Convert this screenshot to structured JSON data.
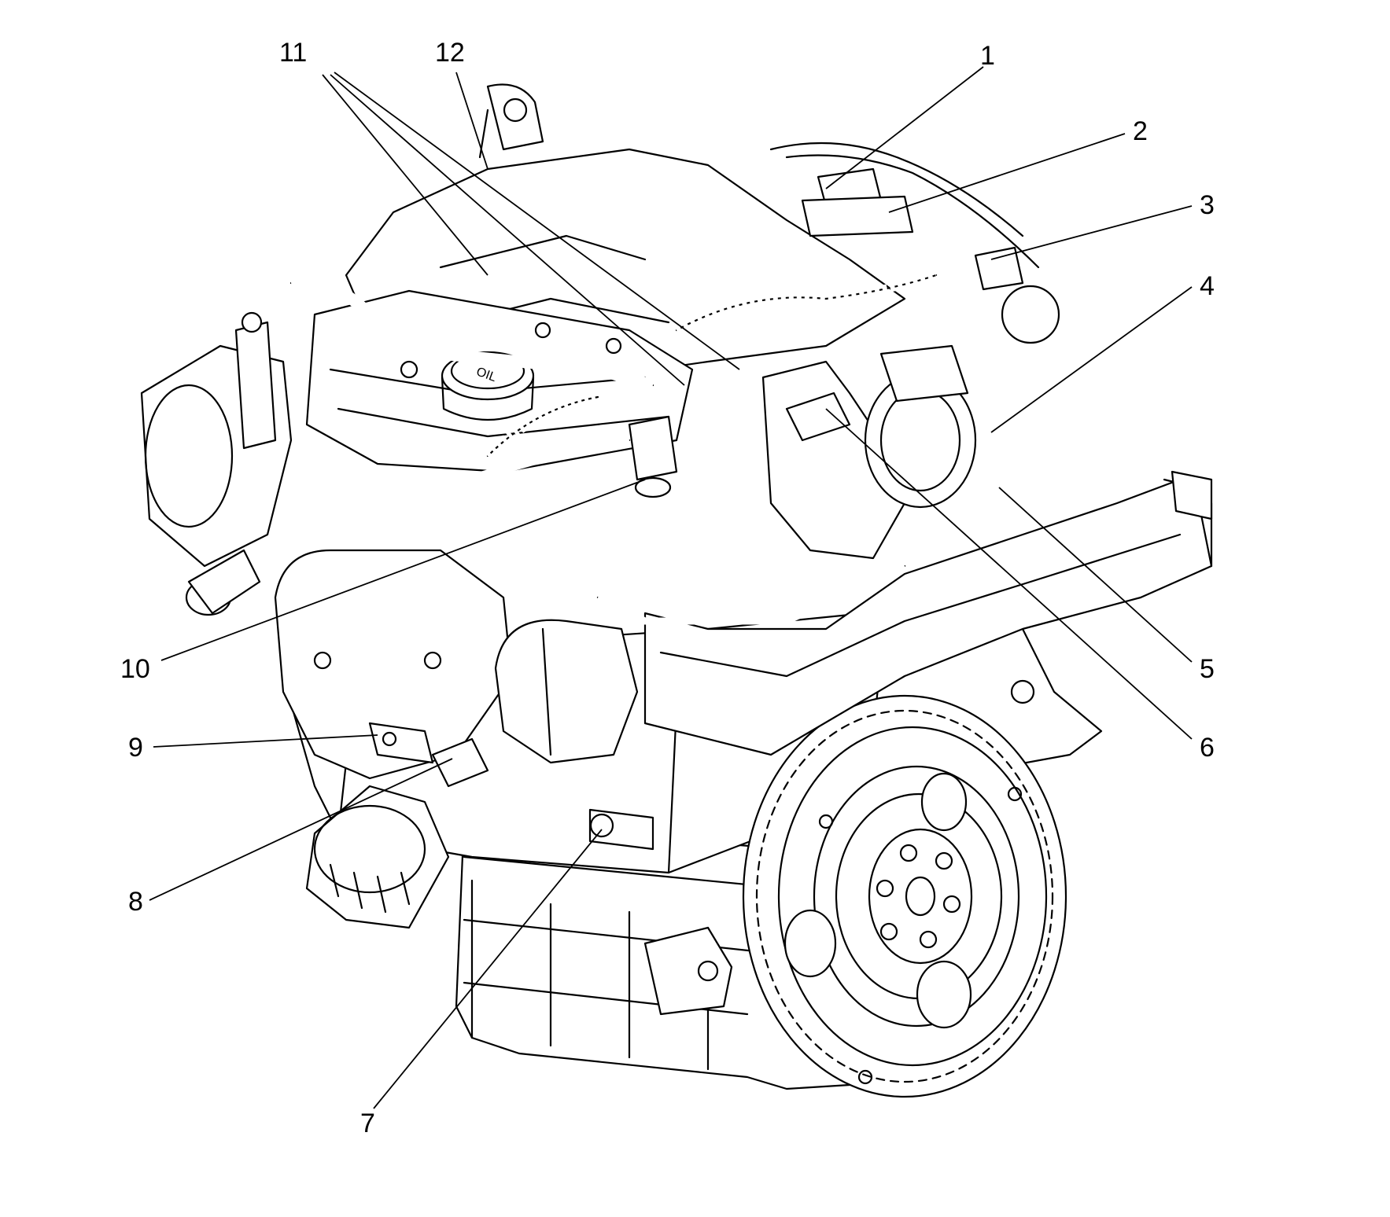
{
  "callouts": [
    {
      "id": "1",
      "label": "1"
    },
    {
      "id": "2",
      "label": "2"
    },
    {
      "id": "3",
      "label": "3"
    },
    {
      "id": "4",
      "label": "4"
    },
    {
      "id": "5",
      "label": "5"
    },
    {
      "id": "6",
      "label": "6"
    },
    {
      "id": "7",
      "label": "7"
    },
    {
      "id": "8",
      "label": "8"
    },
    {
      "id": "9",
      "label": "9"
    },
    {
      "id": "10",
      "label": "10"
    },
    {
      "id": "11",
      "label": "11"
    },
    {
      "id": "12",
      "label": "12"
    }
  ],
  "oil_cap_text": "OIL"
}
